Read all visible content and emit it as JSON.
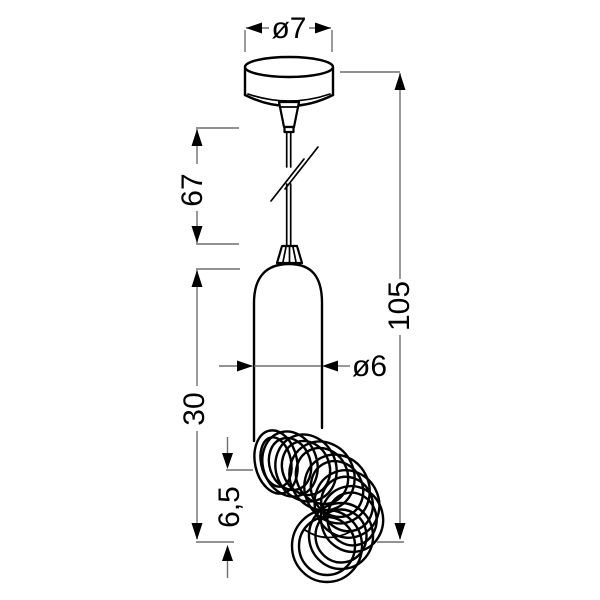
{
  "meta": {
    "type": "technical-dimension-drawing",
    "subject": "pendant ceiling lamp with spiral shade"
  },
  "colors": {
    "outline": "#000000",
    "dimension_line": "#6f6f6f",
    "text": "#000000",
    "background": "#ffffff"
  },
  "dimensions": {
    "canopy_diameter": "ø7",
    "cord_length": "67",
    "body_height": "30",
    "body_diameter": "ø6",
    "spiral_drop": "6,5",
    "total_height": "105"
  }
}
